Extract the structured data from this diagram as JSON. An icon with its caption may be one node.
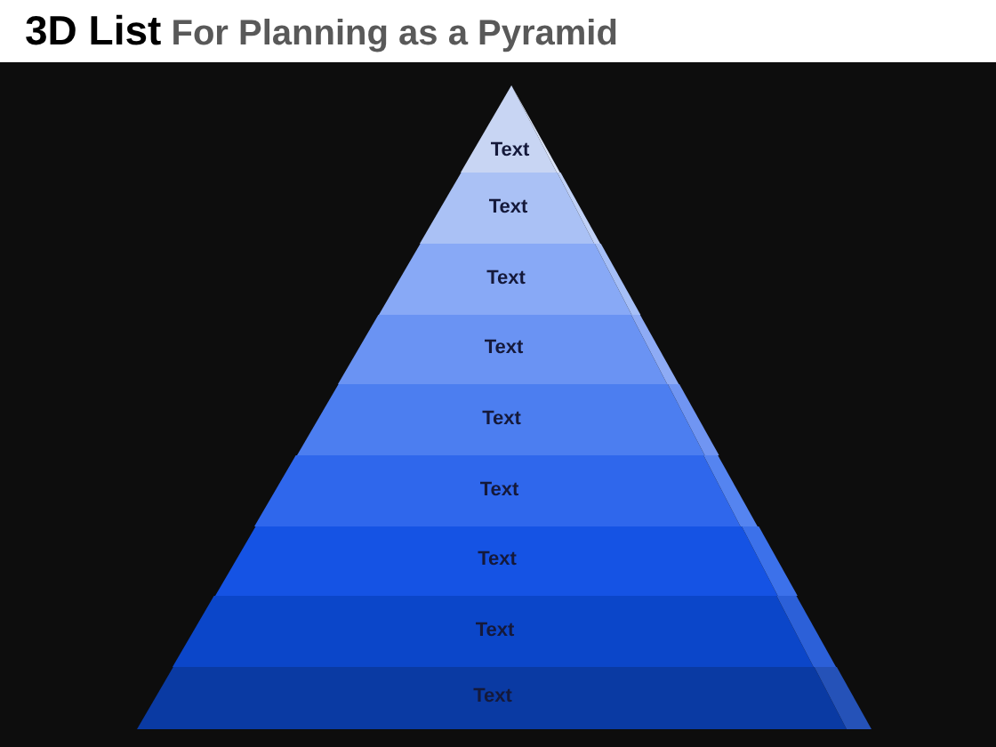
{
  "diagram": {
    "title": "**3D List** For Planning as a Pyramid",
    "nodes": [
      {
        "text": [
          "Text"
        ]
      },
      {
        "text": [
          "Text"
        ]
      },
      {
        "text": [
          "Text"
        ]
      },
      {
        "text": [
          "Text"
        ]
      },
      {
        "text": [
          "Text"
        ]
      },
      {
        "text": [
          "Text"
        ]
      },
      {
        "text": [
          "Text"
        ]
      },
      {
        "text": [
          "Text"
        ]
      },
      {
        "text": [
          "Text"
        ]
      }
    ]
  }
}
